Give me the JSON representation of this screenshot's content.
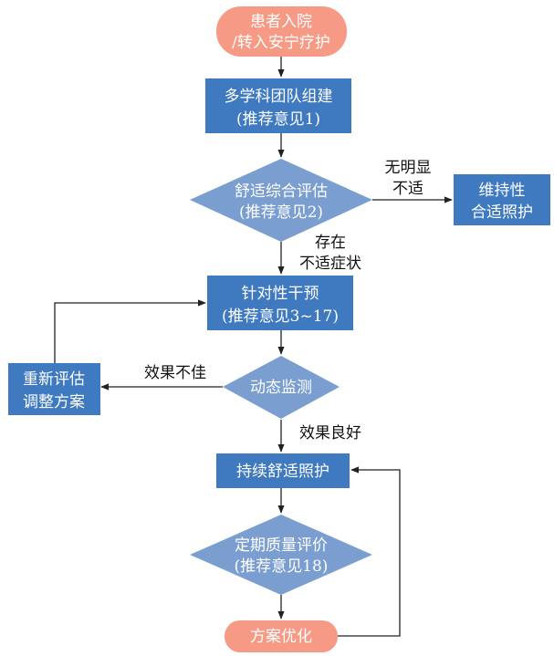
{
  "colors": {
    "terminal": "#f79a85",
    "process": "#3f79c0",
    "decision": "#7b9ed1",
    "line": "#222222",
    "node_text": "#ffffff"
  },
  "nodes": {
    "admission": {
      "line1": "患者入院",
      "line2": "/转入安宁疗护"
    },
    "team": {
      "line1": "多学科团队组建",
      "line2": "(推荐意见1)"
    },
    "comfort_assessment": {
      "line1": "舒适综合评估",
      "line2": "(推荐意见2)"
    },
    "maintain": {
      "line1": "维持性",
      "line2": "合适照护"
    },
    "intervention": {
      "line1": "针对性干预",
      "line2": "(推荐意见3~17)"
    },
    "monitoring": {
      "line1": "动态监测"
    },
    "reassess": {
      "line1": "重新评估",
      "line2": "调整方案"
    },
    "continued_care": {
      "line1": "持续舒适照护"
    },
    "quality_eval": {
      "line1": "定期质量评价",
      "line2": "(推荐意见18)"
    },
    "optimization": {
      "line1": "方案优化"
    }
  },
  "edge_labels": {
    "no_discomfort": {
      "line1": "无明显",
      "line2": "不适"
    },
    "has_discomfort": {
      "line1": "存在",
      "line2": "不适症状"
    },
    "poor_effect": "效果不佳",
    "good_effect": "效果良好"
  }
}
